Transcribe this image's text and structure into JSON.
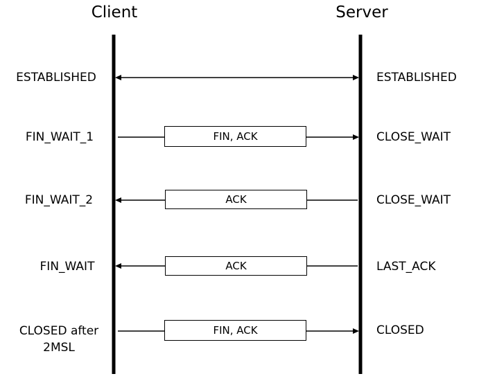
{
  "headers": {
    "client": "Client",
    "server": "Server"
  },
  "rows": [
    {
      "client_state": "ESTABLISHED",
      "server_state": "ESTABLISHED",
      "message": "",
      "direction": "both"
    },
    {
      "client_state": "FIN_WAIT_1",
      "server_state": "CLOSE_WAIT",
      "message": "FIN, ACK",
      "direction": "to-server"
    },
    {
      "client_state": "FIN_WAIT_2",
      "server_state": "CLOSE_WAIT",
      "message": "ACK",
      "direction": "to-client"
    },
    {
      "client_state": "FIN_WAIT",
      "server_state": "LAST_ACK",
      "message": "ACK",
      "direction": "to-client"
    },
    {
      "client_state": "CLOSED after 2MSL",
      "server_state": "CLOSED",
      "message": "FIN, ACK",
      "direction": "to-server"
    }
  ],
  "colors": {
    "line": "#000000",
    "background": "#ffffff"
  }
}
